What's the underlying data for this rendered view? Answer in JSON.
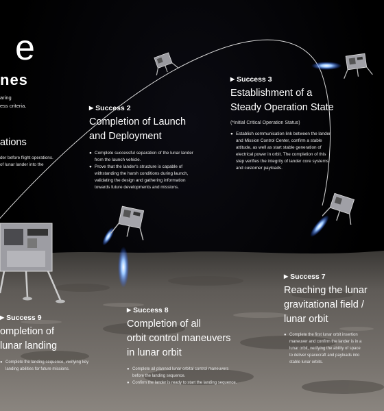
{
  "title_fragment": "e",
  "subtitle_fragment": "nes",
  "intro": [
    "aring",
    "ess criteria."
  ],
  "left_ops": {
    "heading": "ations",
    "lines": [
      "der before flight operations.",
      "of lunar lander into the"
    ]
  },
  "success2": {
    "tag": "Success 2",
    "heading": [
      "Completion of Launch",
      "and Deployment"
    ],
    "bullets": [
      [
        "Complete successful separation of the lunar lander",
        "from the launch vehicle."
      ],
      [
        "Prove that the lander's structure is capable of",
        "withstanding the harsh conditions during launch,",
        "validating the design and gathering information",
        "towards future developments and missions."
      ]
    ]
  },
  "success3": {
    "tag": "Success 3",
    "heading": [
      "Establishment of a",
      "Steady Operation State"
    ],
    "note": "(*Initial Critical Operation Status)",
    "bullets": [
      [
        "Establish communication link between the lander",
        "and Mission Control Center, confirm a stable",
        "attitude, as well as start stable generation of",
        "electrical power in orbit. The completion of this",
        "step verifies the integrity of lander core systems",
        "and customer payloads."
      ]
    ]
  },
  "success7": {
    "tag": "Success 7",
    "heading": [
      "Reaching the lunar",
      "gravitational field /",
      "lunar orbit"
    ],
    "bullets": [
      [
        "Complete the first lunar orbit insertion",
        "maneuver and confirm the lander is in a",
        "lunar orbit, verifying the ability of space",
        "to deliver spacecraft and payloads into",
        "stable lunar orbits."
      ]
    ]
  },
  "success8": {
    "tag": "Success 8",
    "heading": [
      "Completion of all",
      "orbit control maneuvers",
      "in lunar orbit"
    ],
    "bullets": [
      [
        "Complete all planned lunar orbital control maneuvers",
        "before the landing sequence."
      ],
      [
        "Confirm the lander is ready to start the landing sequence."
      ]
    ]
  },
  "success9": {
    "tag": "Success 9",
    "heading": [
      "ompletion of",
      "lunar landing"
    ],
    "bullets": [
      [
        "Complete the landing sequence, verifying key",
        "landing abilities for future missions."
      ]
    ]
  },
  "icons": {
    "triangle": "▶",
    "bullet": "●"
  },
  "colors": {
    "background": "#000000",
    "text": "#ffffff",
    "thruster": "#7fb8ff",
    "moon": "#6e6a66"
  }
}
